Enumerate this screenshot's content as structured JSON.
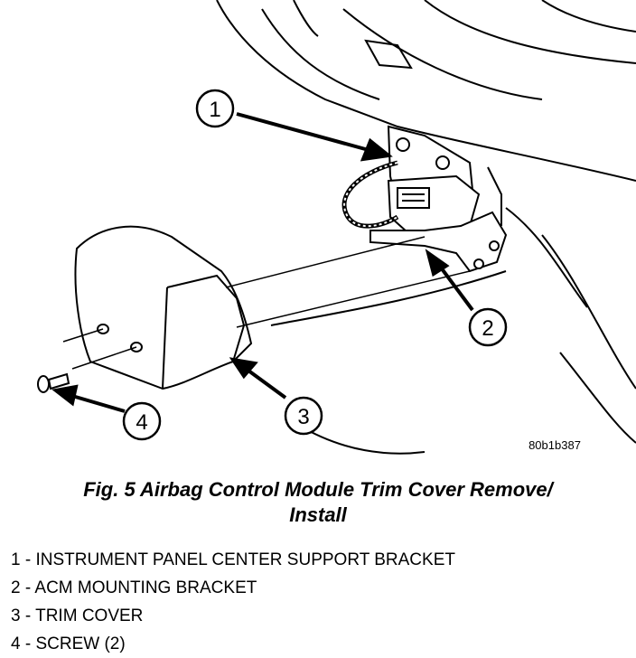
{
  "figure": {
    "id_label": "80b1b387",
    "callouts": [
      "1",
      "2",
      "3",
      "4"
    ],
    "caption_line1": "Fig. 5 Airbag Control Module Trim Cover Remove/",
    "caption_line2": "Install"
  },
  "legend": [
    {
      "number": "1",
      "text": "1 - INSTRUMENT PANEL CENTER SUPPORT BRACKET"
    },
    {
      "number": "2",
      "text": "2 - ACM MOUNTING BRACKET"
    },
    {
      "number": "3",
      "text": "3 - TRIM COVER"
    },
    {
      "number": "4",
      "text": "4 - SCREW (2)"
    }
  ]
}
